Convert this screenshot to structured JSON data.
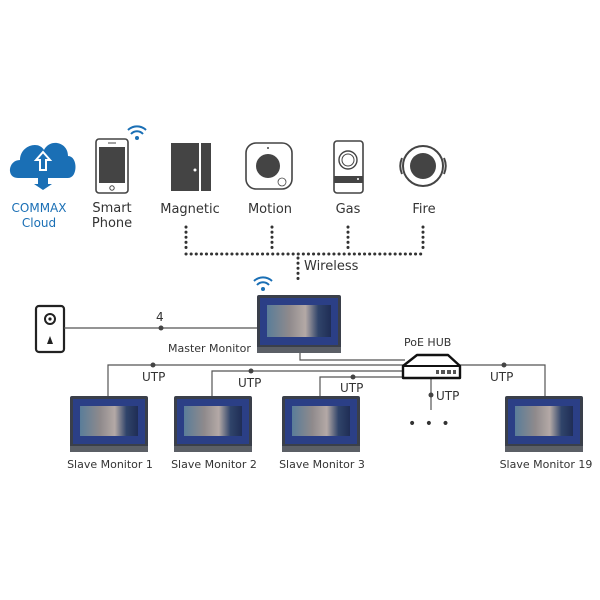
{
  "devices": {
    "cloud": {
      "line1": "COMMAX",
      "line2": "Cloud",
      "icon": "cloud-upload-icon"
    },
    "phone": {
      "line1": "Smart",
      "line2": "Phone",
      "icon": "smartphone-icon"
    },
    "magnetic": {
      "label": "Magnetic",
      "icon": "door-sensor-icon"
    },
    "motion": {
      "label": "Motion",
      "icon": "motion-sensor-icon"
    },
    "gas": {
      "label": "Gas",
      "icon": "gas-detector-icon"
    },
    "fire": {
      "label": "Fire",
      "icon": "fire-detector-icon"
    }
  },
  "links": {
    "wireless": "Wireless",
    "door_wire": "4",
    "utp": "UTP",
    "ellipsis": "• • •"
  },
  "hub": {
    "label": "PoE HUB"
  },
  "master": {
    "label": "Master Monitor"
  },
  "slaves": [
    {
      "label": "Slave Monitor 1"
    },
    {
      "label": "Slave Monitor 2"
    },
    {
      "label": "Slave Monitor 3"
    },
    {
      "label": "Slave Monitor 19"
    }
  ],
  "colors": {
    "accent": "#1a6fb5",
    "monitor_frame": "#3a3f4a",
    "monitor_bezel": "#2b3f86",
    "line": "#555555"
  }
}
